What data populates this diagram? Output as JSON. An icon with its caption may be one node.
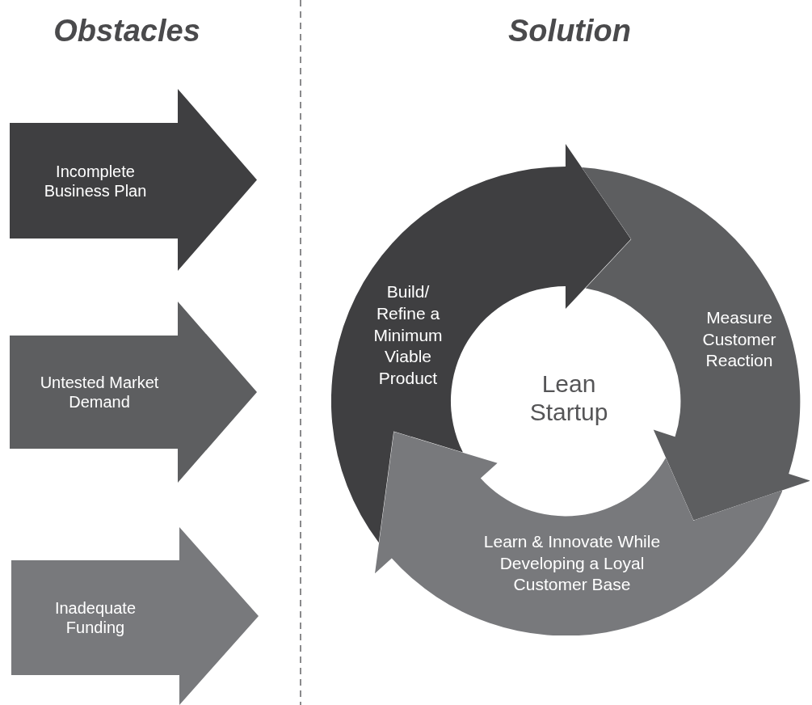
{
  "diagram": {
    "nodes": [
      {
        "text": [
          "Incomplete Business Plan"
        ]
      },
      {
        "text": [
          "Untested Market Demand"
        ]
      },
      {
        "text": [
          "Inadequate Funding"
        ]
      },
      {
        "text": [
          "Build/ Refine a Minimum Viable Product"
        ]
      },
      {
        "text": [
          "Measure Customer Reaction"
        ]
      },
      {
        "text": [
          "Learn & Innovate While Developing a Loyal Customer Base"
        ]
      }
    ],
    "labels": [
      "Obstacles",
      "Solution",
      "Lean Startup"
    ]
  }
}
